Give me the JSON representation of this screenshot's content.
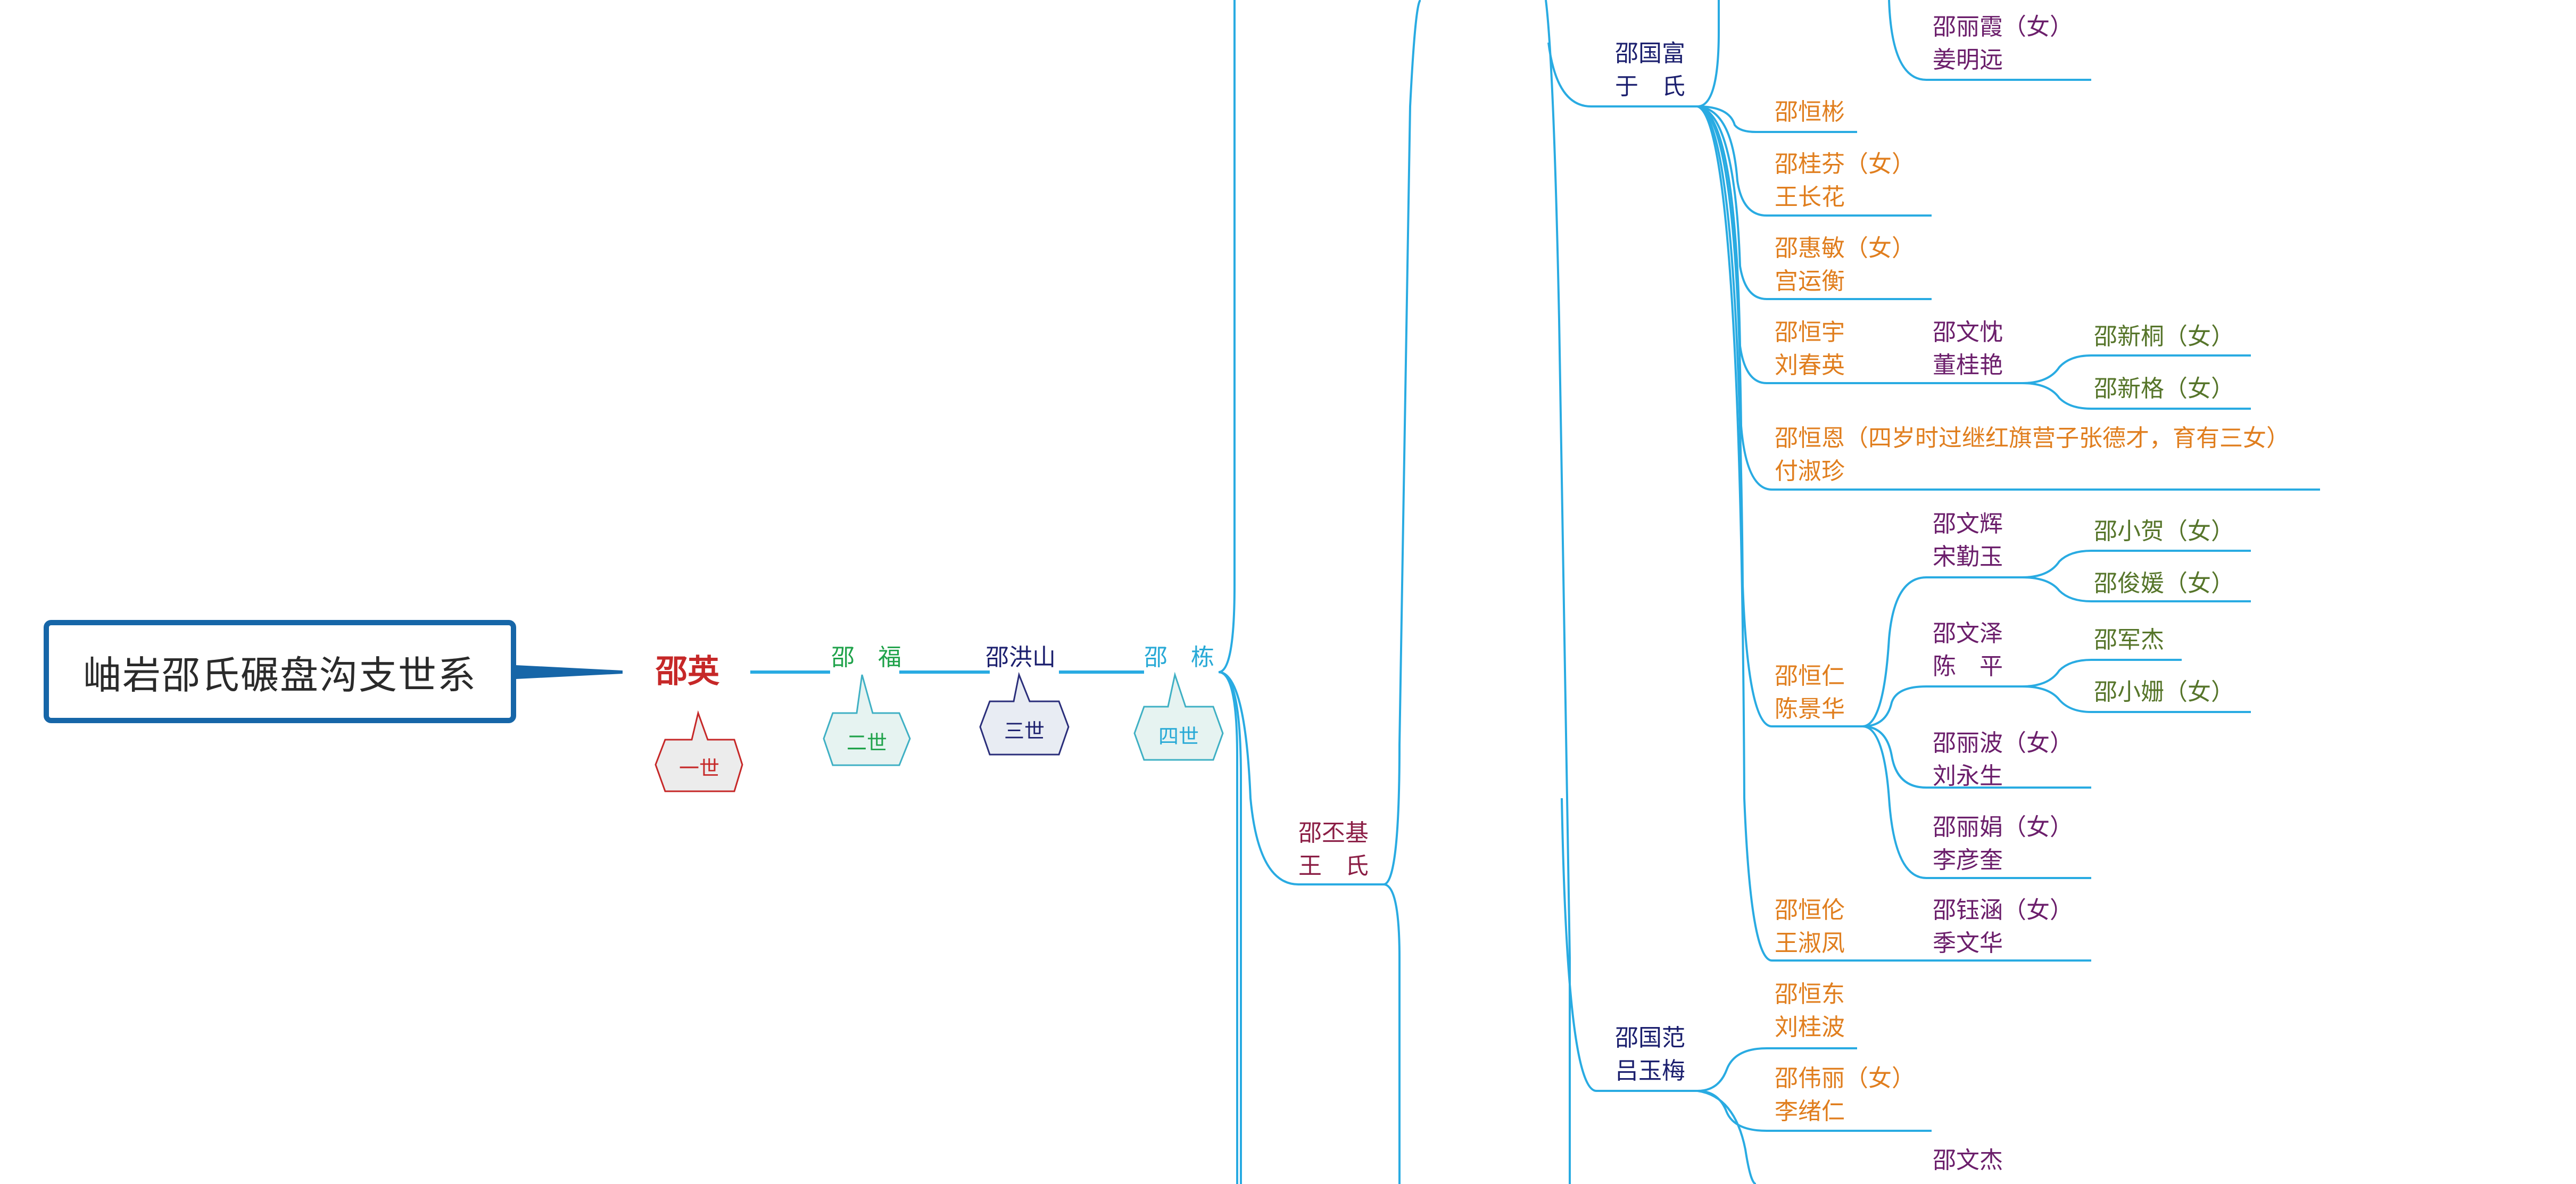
{
  "title": "岫岩邵氏碾盘沟支世系",
  "generations": {
    "g1": {
      "name": "邵英",
      "badge": "一世"
    },
    "g2": {
      "name": "邵　福",
      "badge": "二世"
    },
    "g3": {
      "name": "邵洪山",
      "badge": "三世"
    },
    "g4": {
      "name": "邵　栋",
      "badge": "四世"
    }
  },
  "nodes": {
    "pi_ji": [
      "邵丕基",
      "王　氏"
    ],
    "guo_fu": [
      "邵国富",
      "于　氏"
    ],
    "guo_fan": [
      "邵国范",
      "吕玉梅"
    ],
    "li_xia": [
      "邵丽霞（女）",
      "姜明远"
    ],
    "heng_bin": [
      "邵恒彬"
    ],
    "gui_fen": [
      "邵桂芬（女）",
      "王长花"
    ],
    "hui_min": [
      "邵惠敏（女）",
      "宫运衡"
    ],
    "heng_yu": [
      "邵恒宇",
      "刘春英"
    ],
    "wen_chen": [
      "邵文忱",
      "董桂艳"
    ],
    "xin_tong": [
      "邵新桐（女）"
    ],
    "xin_ge": [
      "邵新格（女）"
    ],
    "heng_en": [
      "邵恒恩（四岁时过继红旗营子张德才，育有三女）",
      "付淑珍"
    ],
    "heng_ren": [
      "邵恒仁",
      "陈景华"
    ],
    "wen_hui": [
      "邵文辉",
      "宋勤玉"
    ],
    "xiao_he": [
      "邵小贺（女）"
    ],
    "jun_yuan": [
      "邵俊媛（女）"
    ],
    "wen_ze": [
      "邵文泽",
      "陈　平"
    ],
    "jun_jie": [
      "邵军杰"
    ],
    "xiao_shan": [
      "邵小姗（女）"
    ],
    "li_bo": [
      "邵丽波（女）",
      "刘永生"
    ],
    "li_juan": [
      "邵丽娟（女）",
      "李彦奎"
    ],
    "heng_lun": [
      "邵恒伦",
      "王淑凤"
    ],
    "yu_han": [
      "邵钰涵（女）",
      "季文华"
    ],
    "heng_dong": [
      "邵恒东",
      "刘桂波"
    ],
    "wei_li": [
      "邵伟丽（女）",
      "李绪仁"
    ],
    "wen_jie": [
      "邵文杰"
    ]
  },
  "colors": {
    "connector": "#29abe2",
    "title_border": "#1666a8",
    "gen1": "#c62828",
    "gen2": "#1fa24a",
    "gen3": "#1b1f6e",
    "gen4": "#27a9d6",
    "gen5": "#8b1e45",
    "gen6": "#1b1f6e",
    "gen7": "#e07e1e",
    "gen8": "#6b1e6b",
    "gen9": "#56752a"
  }
}
